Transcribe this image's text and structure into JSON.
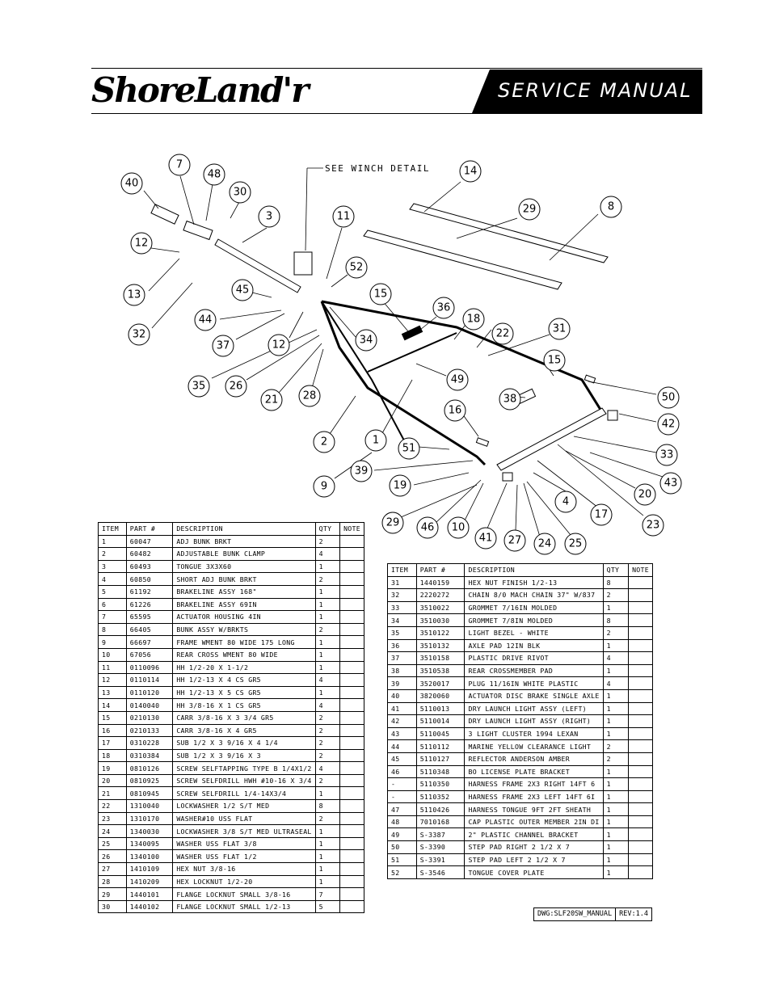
{
  "header": {
    "logo_text": "ShoreLand'r",
    "title": "SERVICE MANUAL"
  },
  "diagram": {
    "winch_note": "SEE WINCH DETAIL",
    "callouts": [
      "40",
      "7",
      "48",
      "30",
      "3",
      "11",
      "14",
      "29",
      "8",
      "12",
      "13",
      "32",
      "45",
      "52",
      "44",
      "37",
      "12",
      "15",
      "36",
      "18",
      "22",
      "31",
      "34",
      "35",
      "26",
      "21",
      "28",
      "49",
      "15",
      "50",
      "38",
      "42",
      "16",
      "2",
      "1",
      "51",
      "33",
      "39",
      "9",
      "19",
      "43",
      "20",
      "4",
      "17",
      "23",
      "29",
      "46",
      "10",
      "41",
      "27",
      "24",
      "25"
    ]
  },
  "table_left": {
    "headers": [
      "ITEM",
      "PART #",
      "DESCRIPTION",
      "QTY",
      "NOTE"
    ],
    "rows": [
      [
        "1",
        "60047",
        "ADJ BUNK BRKT",
        "2",
        ""
      ],
      [
        "2",
        "60482",
        "ADJUSTABLE BUNK CLAMP",
        "4",
        ""
      ],
      [
        "3",
        "60493",
        "TONGUE 3X3X60",
        "1",
        ""
      ],
      [
        "4",
        "60850",
        "SHORT ADJ BUNK BRKT",
        "2",
        ""
      ],
      [
        "5",
        "61192",
        "BRAKELINE ASSY 168\"",
        "1",
        ""
      ],
      [
        "6",
        "61226",
        "BRAKELINE ASSY 69IN",
        "1",
        ""
      ],
      [
        "7",
        "65595",
        "ACTUATOR HOUSING 4IN",
        "1",
        ""
      ],
      [
        "8",
        "66405",
        "BUNK ASSY W/BRKTS",
        "2",
        ""
      ],
      [
        "9",
        "66697",
        "FRAME WMENT 80 WIDE 175 LONG",
        "1",
        ""
      ],
      [
        "10",
        "67056",
        "REAR CROSS WMENT 80 WIDE",
        "1",
        ""
      ],
      [
        "11",
        "0110096",
        "HH 1/2-20 X 1-1/2",
        "1",
        ""
      ],
      [
        "12",
        "0110114",
        "HH 1/2-13 X 4 CS GR5",
        "4",
        ""
      ],
      [
        "13",
        "0110120",
        "HH 1/2-13 X 5 CS GR5",
        "1",
        ""
      ],
      [
        "14",
        "0140040",
        "HH 3/8-16 X 1 CS GR5",
        "4",
        ""
      ],
      [
        "15",
        "0210130",
        "CARR 3/8-16 X 3 3/4 GR5",
        "2",
        ""
      ],
      [
        "16",
        "0210133",
        "CARR 3/8-16 X 4 GR5",
        "2",
        ""
      ],
      [
        "17",
        "0310228",
        "SUB 1/2 X 3 9/16 X 4 1/4",
        "2",
        ""
      ],
      [
        "18",
        "0310384",
        "SUB 1/2 X 3 9/16 X 3",
        "2",
        ""
      ],
      [
        "19",
        "0810126",
        "SCREW SELFTAPPING TYPE B 1/4X1/2",
        "4",
        ""
      ],
      [
        "20",
        "0810925",
        "SCREW SELFDRILL HWH #10-16 X 3/4",
        "2",
        ""
      ],
      [
        "21",
        "0810945",
        "SCREW SELFDRILL  1/4-14X3/4",
        "1",
        ""
      ],
      [
        "22",
        "1310040",
        "LOCKWASHER 1/2 S/T MED",
        "8",
        ""
      ],
      [
        "23",
        "1310170",
        "WASHER#10 USS FLAT",
        "2",
        ""
      ],
      [
        "24",
        "1340030",
        "LOCKWASHER 3/8 S/T MED ULTRASEAL",
        "1",
        ""
      ],
      [
        "25",
        "1340095",
        "WASHER USS FLAT 3/8",
        "1",
        ""
      ],
      [
        "26",
        "1340100",
        "WASHER USS FLAT 1/2",
        "1",
        ""
      ],
      [
        "27",
        "1410109",
        "HEX NUT 3/8-16",
        "1",
        ""
      ],
      [
        "28",
        "1410209",
        "HEX LOCKNUT 1/2-20",
        "1",
        ""
      ],
      [
        "29",
        "1440101",
        "FLANGE LOCKNUT SMALL 3/8-16",
        "7",
        ""
      ],
      [
        "30",
        "1440102",
        "FLANGE LOCKNUT SMALL 1/2-13",
        "5",
        ""
      ]
    ]
  },
  "table_right": {
    "headers": [
      "ITEM",
      "PART #",
      "DESCRIPTION",
      "QTY",
      "NOTE"
    ],
    "rows": [
      [
        "31",
        "1440159",
        "HEX NUT FINISH 1/2-13",
        "8",
        ""
      ],
      [
        "32",
        "2220272",
        "CHAIN 8/0 MACH CHAIN 37\" W/837",
        "2",
        ""
      ],
      [
        "33",
        "3510022",
        "GROMMET  7/16IN MOLDED",
        "1",
        ""
      ],
      [
        "34",
        "3510030",
        "GROMMET  7/8IN MOLDED",
        "8",
        ""
      ],
      [
        "35",
        "3510122",
        "LIGHT BEZEL - WHITE",
        "2",
        ""
      ],
      [
        "36",
        "3510132",
        "AXLE PAD 12IN  BLK",
        "1",
        ""
      ],
      [
        "37",
        "3510158",
        "PLASTIC DRIVE RIVOT",
        "4",
        ""
      ],
      [
        "38",
        "3510538",
        "REAR CROSSMEMBER PAD",
        "1",
        ""
      ],
      [
        "39",
        "3520017",
        "PLUG   11/16IN WHITE PLASTIC",
        "4",
        ""
      ],
      [
        "40",
        "3820060",
        "ACTUATOR DISC BRAKE SINGLE AXLE",
        "1",
        ""
      ],
      [
        "41",
        "5110013",
        "DRY LAUNCH LIGHT ASSY (LEFT)",
        "1",
        ""
      ],
      [
        "42",
        "5110014",
        "DRY LAUNCH LIGHT ASSY (RIGHT)",
        "1",
        ""
      ],
      [
        "43",
        "5110045",
        "3 LIGHT CLUSTER  1994  LEXAN",
        "1",
        ""
      ],
      [
        "44",
        "5110112",
        "MARINE YELLOW CLEARANCE LIGHT",
        "2",
        ""
      ],
      [
        "45",
        "5110127",
        "REFLECTOR ANDERSON AMBER",
        "2",
        ""
      ],
      [
        "46",
        "5110348",
        "BO LICENSE PLATE BRACKET",
        "1",
        ""
      ],
      [
        "-",
        "5110350",
        "HARNESS   FRAME 2X3 RIGHT 14FT 6",
        "1",
        ""
      ],
      [
        "-",
        "5110352",
        "HARNESS   FRAME 2X3 LEFT 14FT 6I",
        "1",
        ""
      ],
      [
        "47",
        "5110426",
        "HARNESS   TONGUE 9FT  2FT SHEATH",
        "1",
        ""
      ],
      [
        "48",
        "7010168",
        "CAP  PLASTIC OUTER MEMBER 2IN DI",
        "1",
        ""
      ],
      [
        "49",
        "S-3387",
        "2\" PLASTIC CHANNEL BRACKET",
        "1",
        ""
      ],
      [
        "50",
        "S-3390",
        "STEP PAD  RIGHT  2 1/2 X  7",
        "1",
        ""
      ],
      [
        "51",
        "S-3391",
        "STEP PAD  LEFT  2 1/2 X  7",
        "1",
        ""
      ],
      [
        "52",
        "S-3546",
        "TONGUE COVER PLATE",
        "1",
        ""
      ]
    ]
  },
  "footer": {
    "drawing": "DWG:SLF20SW_MANUAL",
    "revision": "REV:1.4"
  }
}
